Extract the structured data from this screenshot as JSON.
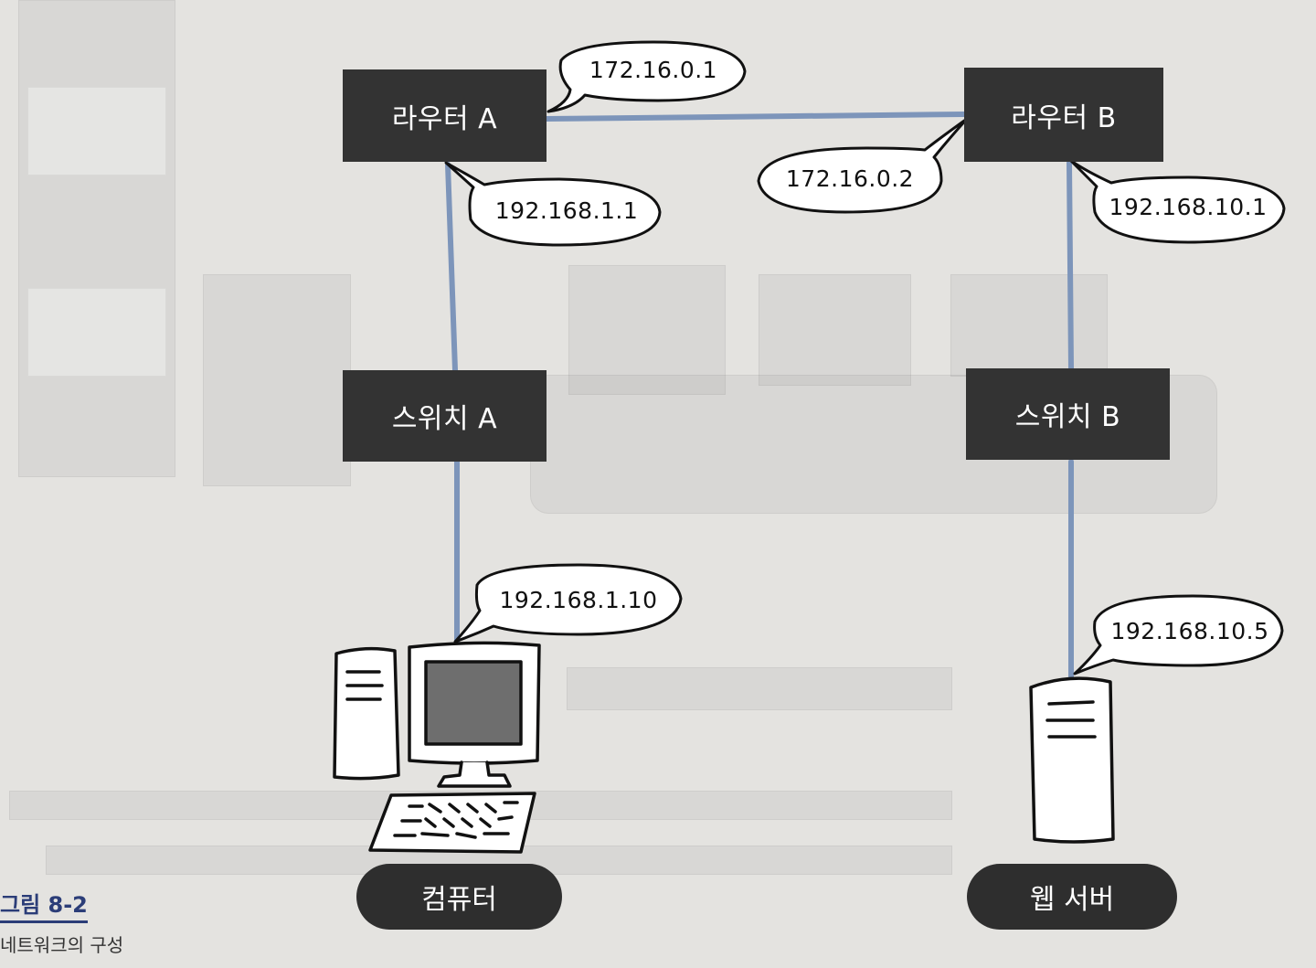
{
  "diagram": {
    "router_a": "라우터 A",
    "router_b": "라우터 B",
    "switch_a": "스위치 A",
    "switch_b": "스위치 B",
    "computer": "컴퓨터",
    "web_server": "웹 서버",
    "ip_router_a_wan": "172.16.0.1",
    "ip_router_b_wan": "172.16.0.2",
    "ip_router_a_lan": "192.168.1.1",
    "ip_router_b_lan": "192.168.10.1",
    "ip_computer": "192.168.1.10",
    "ip_server": "192.168.10.5"
  },
  "caption": {
    "title": "그림 8-2",
    "subtitle": "네트워크의 구성"
  },
  "colors": {
    "link_line": "#7d95ba",
    "device_fill": "#333333",
    "caption_accent": "#2b3d78",
    "background": "#e4e3e0"
  }
}
